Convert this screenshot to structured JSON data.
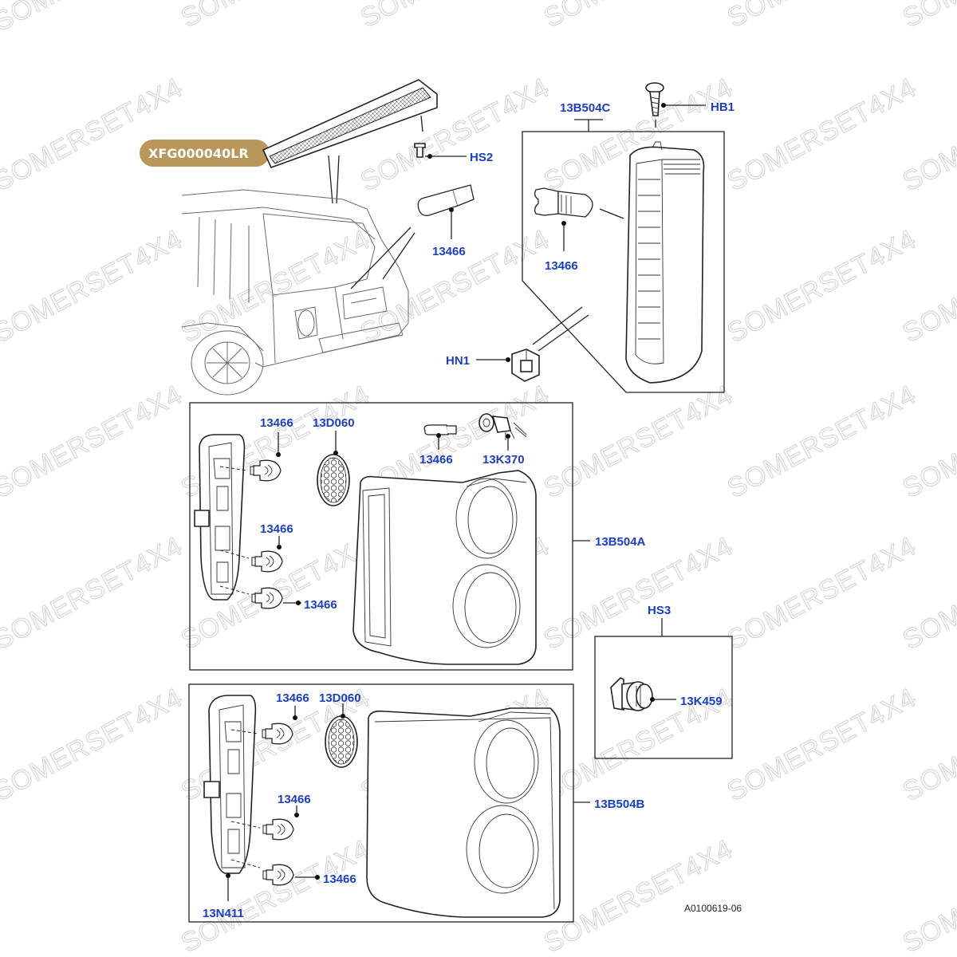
{
  "badge": {
    "text": "XFG000040LR",
    "color": "#b9965a"
  },
  "watermark": "SOMERSET4X4",
  "drawing_number": "A0100619-06",
  "label_color": "#1a3ec8",
  "callouts": {
    "hs2": "HS2",
    "hb1": "HB1",
    "c13b504c": "13B504C",
    "bulb_high_stop": "13466",
    "bulb_side_marker": "13466",
    "hn1": "HN1",
    "lampA_bulb_top": "13466",
    "lampA_grille": "13D060",
    "lampA_wedge_bulb": "13466",
    "lampA_socket": "13K370",
    "lampA_bulb_mid": "13466",
    "lampA_bulb_low": "13466",
    "lampA": "13B504A",
    "hs3": "HS3",
    "foglamp_bulb": "13K459",
    "lampB_bulb_top": "13466",
    "lampB_grille": "13D060",
    "lampB_bulb_mid": "13466",
    "lampB_bulb_low": "13466",
    "lampB": "13B504B",
    "lampB_holder": "13N411"
  }
}
